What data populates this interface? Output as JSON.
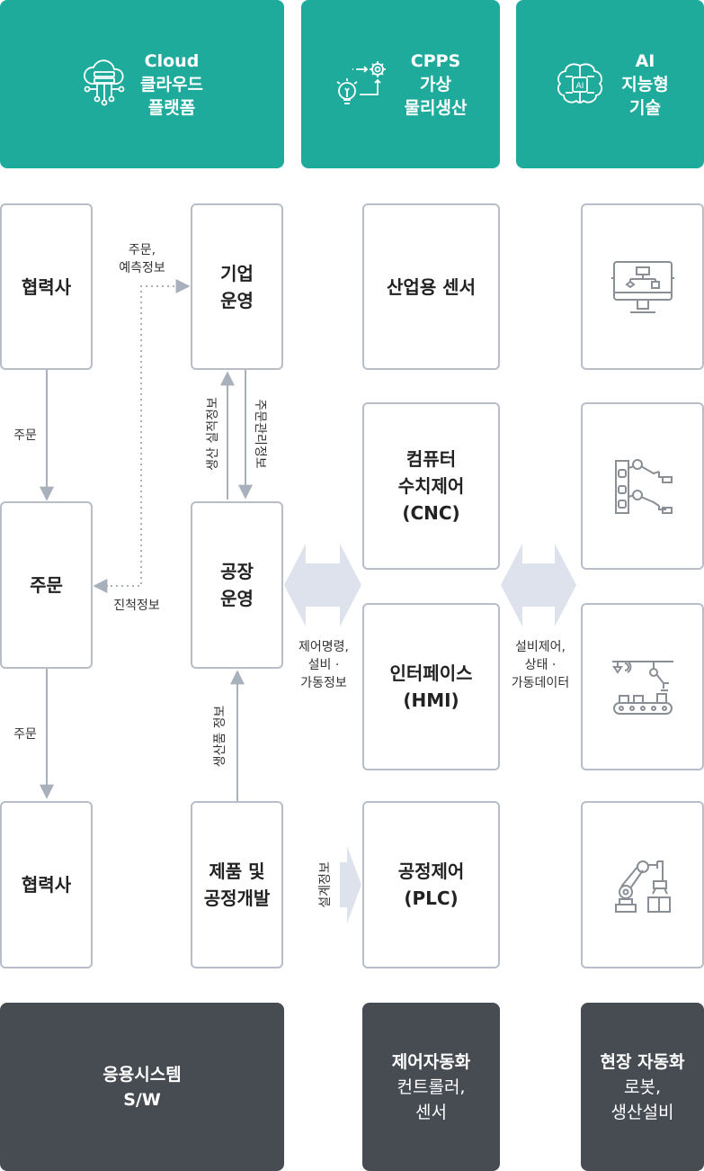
{
  "headers": [
    {
      "title": "Cloud",
      "sub1": "클라우드",
      "sub2": "플랫폼",
      "icon": "cloud-server-icon"
    },
    {
      "title": "CPPS",
      "sub1": "가상",
      "sub2": "물리생산",
      "icon": "lightbulb-gear-icon"
    },
    {
      "title": "AI",
      "sub1": "지능형",
      "sub2": "기술",
      "icon": "ai-brain-icon"
    }
  ],
  "col1": {
    "partner_top": "협력사",
    "order": "주문",
    "partner_bottom": "협력사"
  },
  "col2": {
    "enterprise": [
      "기업",
      "운영"
    ],
    "factory": [
      "공장",
      "운영"
    ],
    "product": [
      "제품 및",
      "공정개발"
    ]
  },
  "col3": {
    "sensor": "산업용 센서",
    "cnc": [
      "컴퓨터",
      "수치제어",
      "(CNC)"
    ],
    "hmi": [
      "인터페이스",
      "(HMI)"
    ],
    "plc": [
      "공정제어",
      "(PLC)"
    ]
  },
  "col4_icons": [
    "monitor-flowchart-icon",
    "robot-arm-assembly-icon",
    "conveyor-robot-icon",
    "industrial-robot-icon"
  ],
  "labels": {
    "order_forecast": [
      "주문,",
      "예측정보"
    ],
    "order_1": "주문",
    "order_2": "주문",
    "progress": "진척정보",
    "prod_result": "생산 실적정보",
    "order_mgmt": "주문관리정보",
    "product_info": "생산품 정보",
    "design_info": "설계정보",
    "control_cmd": [
      "제어명령,",
      "설비 ·",
      "가동정보"
    ],
    "equip_ctrl": [
      "설비제어,",
      "상태 ·",
      "가동데이터"
    ]
  },
  "footers": [
    {
      "line1": "응용시스템",
      "line2": "S/W"
    },
    {
      "line1": "제어자동화",
      "line2": "컨트롤러,",
      "line3": "센서"
    },
    {
      "line1": "현장 자동화",
      "line2": "로봇,",
      "line3": "생산설비"
    }
  ],
  "colors": {
    "teal": "#1fab9c",
    "dark": "#474b52",
    "border": "#b7bec8",
    "arrow": "#a8b0bb",
    "fat_arrow": "#dde2ec"
  }
}
